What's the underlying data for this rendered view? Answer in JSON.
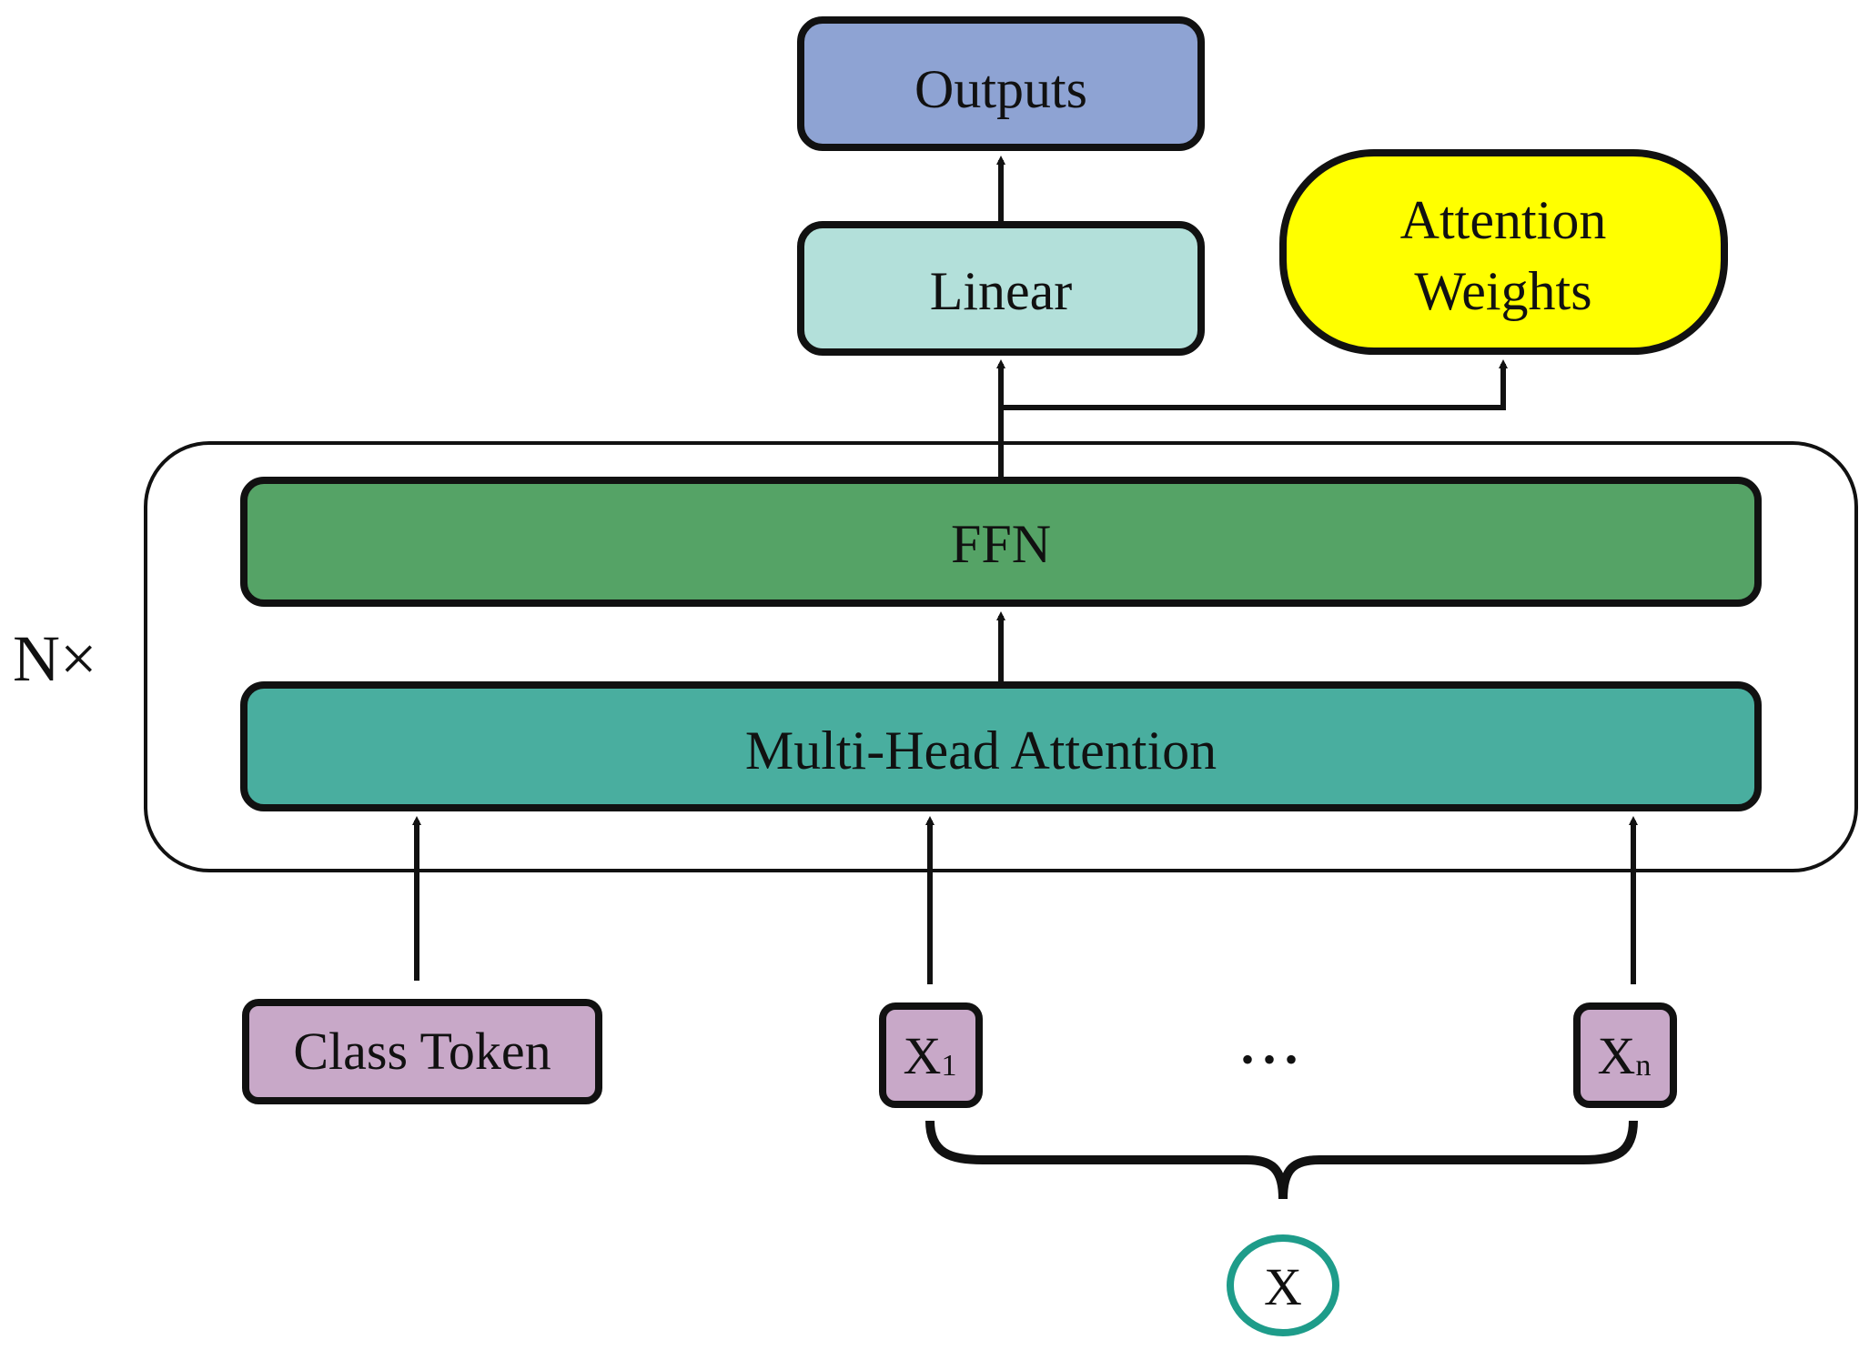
{
  "colors": {
    "outputs": "#8EA3D3",
    "linear": "#B3E0DA",
    "attention_weights": "#FFFF00",
    "ffn": "#55A366",
    "mha": "#49AE9F",
    "token": "#C8A8C8",
    "x_circle": "#1E9C8A",
    "stroke": "#111111"
  },
  "nodes": {
    "outputs": "Outputs",
    "linear": "Linear",
    "attention_weights": [
      "Attention",
      "Weights"
    ],
    "ffn": "FFN",
    "mha": "Multi-Head Attention",
    "class_token": "Class Token",
    "x1_base": "X",
    "x1_sub": "1",
    "xn_base": "X",
    "xn_sub": "n",
    "ellipsis": "• • •",
    "x_circle": "X"
  },
  "repeat_label": "N×"
}
